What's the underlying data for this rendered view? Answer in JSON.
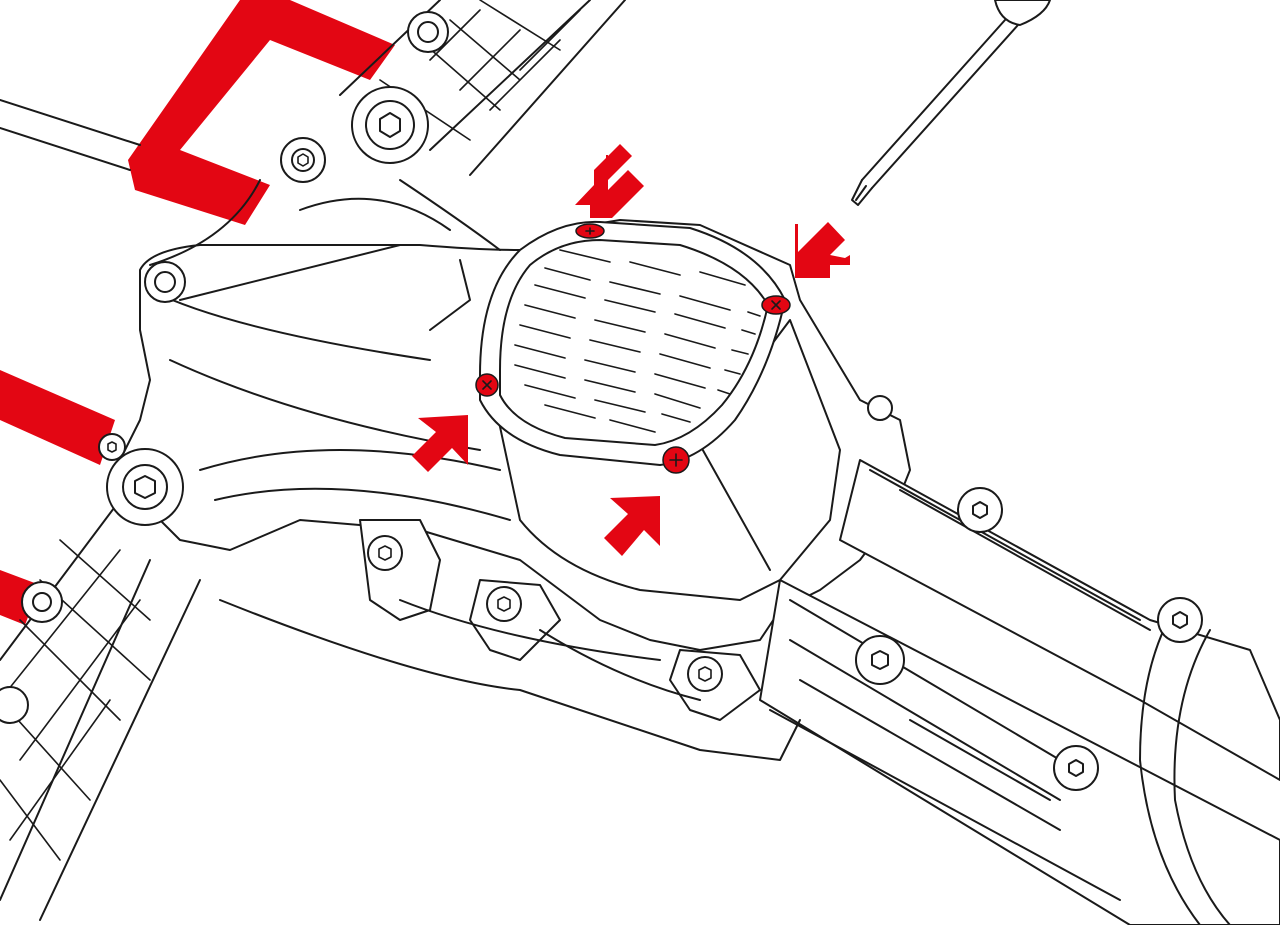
{
  "diagram": {
    "accent_color": "#e30613",
    "line_color": "#1a1a1a",
    "background_color": "#ffffff",
    "tool": "phillips-screwdriver",
    "component": "battery-cover-plate",
    "screw_count": 4,
    "screws": [
      {
        "id": "screw-top",
        "icon": "phillips-screw"
      },
      {
        "id": "screw-right",
        "icon": "phillips-screw"
      },
      {
        "id": "screw-left",
        "icon": "phillips-screw"
      },
      {
        "id": "screw-bottom",
        "icon": "phillips-screw"
      }
    ],
    "arrows": [
      {
        "id": "arrow-top",
        "icon": "arrow-down-right"
      },
      {
        "id": "arrow-right",
        "icon": "arrow-down-left"
      },
      {
        "id": "arrow-left",
        "icon": "arrow-up-right"
      },
      {
        "id": "arrow-bottom",
        "icon": "arrow-up-right"
      }
    ]
  }
}
